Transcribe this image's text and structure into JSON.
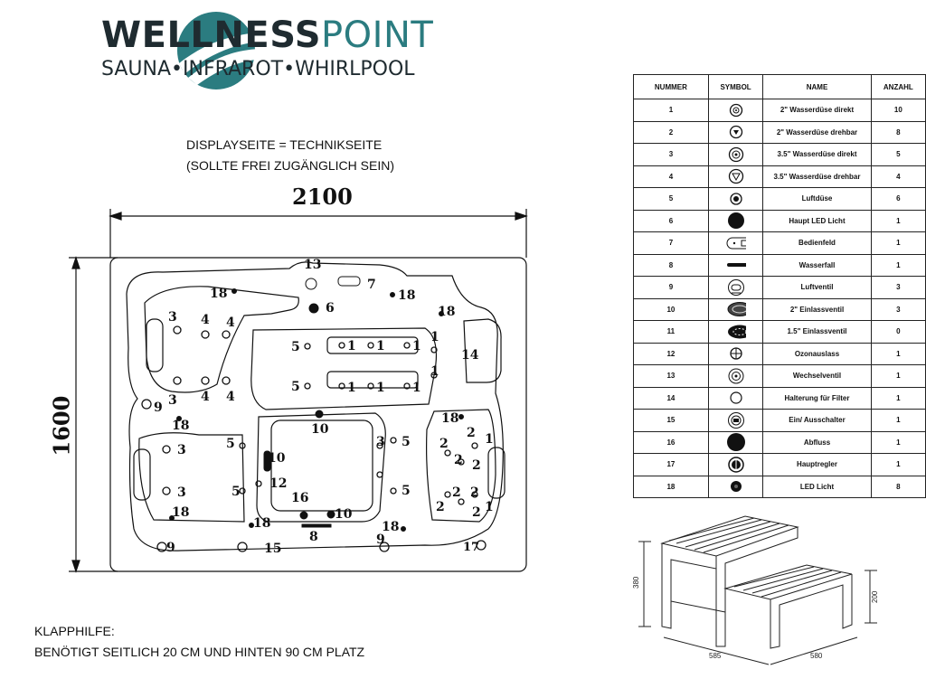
{
  "brand": {
    "name_bold": "WELLNESS",
    "name_light": "POINT",
    "tagline": "SAUNA•INFRAROT•WHIRLPOOL",
    "colors": {
      "teal": "#2b7c80",
      "dark": "#1f2b30"
    }
  },
  "notes": {
    "display_line1": "DISPLAYSEITE = TECHNIKSEITE",
    "display_line2": "(SOLLTE FREI ZUGÄNGLICH SEIN)",
    "klapp_title": "KLAPPHILFE:",
    "klapp_text": "BENÖTIGT SEITLICH 20 CM UND HINTEN 90 CM PLATZ"
  },
  "dimensions": {
    "width": "2100",
    "height": "1600"
  },
  "tub_labels": {
    "l13": "13",
    "l7": "7",
    "l6": "6",
    "l18": "18",
    "l3": "3",
    "l4": "4",
    "l5": "5",
    "l1": "1",
    "l14": "14",
    "l9": "9",
    "l10": "10",
    "l12": "12",
    "l16": "16",
    "l2": "2",
    "l8": "8",
    "l15": "15",
    "l17": "17"
  },
  "table": {
    "headers": [
      "NUMMER",
      "SYMBOL",
      "NAME",
      "ANZAHL"
    ],
    "rows": [
      {
        "nr": "1",
        "icon": "jet-direct-icon",
        "name": "2\" Wasserdüse direkt",
        "count": "10"
      },
      {
        "nr": "2",
        "icon": "jet-rotating-icon",
        "name": "2\" Wasserdüse drehbar",
        "count": "8"
      },
      {
        "nr": "3",
        "icon": "jet-large-direct-icon",
        "name": "3.5\" Wasserdüse direkt",
        "count": "5"
      },
      {
        "nr": "4",
        "icon": "jet-large-rotating-icon",
        "name": "3.5\" Wasserdüse drehbar",
        "count": "4"
      },
      {
        "nr": "5",
        "icon": "air-jet-icon",
        "name": "Luftdüse",
        "count": "6"
      },
      {
        "nr": "6",
        "icon": "main-led-icon",
        "name": "Haupt LED Licht",
        "count": "1"
      },
      {
        "nr": "7",
        "icon": "control-panel-icon",
        "name": "Bedienfeld",
        "count": "1"
      },
      {
        "nr": "8",
        "icon": "waterfall-icon",
        "name": "Wasserfall",
        "count": "1"
      },
      {
        "nr": "9",
        "icon": "air-valve-icon",
        "name": "Luftventil",
        "count": "3"
      },
      {
        "nr": "10",
        "icon": "inlet-valve-2-icon",
        "name": "2\" Einlassventil",
        "count": "3"
      },
      {
        "nr": "11",
        "icon": "inlet-valve-15-icon",
        "name": "1.5\" Einlassventil",
        "count": "0"
      },
      {
        "nr": "12",
        "icon": "ozone-outlet-icon",
        "name": "Ozonauslass",
        "count": "1"
      },
      {
        "nr": "13",
        "icon": "diverter-valve-icon",
        "name": "Wechselventil",
        "count": "1"
      },
      {
        "nr": "14",
        "icon": "filter-holder-icon",
        "name": "Halterung für Filter",
        "count": "1"
      },
      {
        "nr": "15",
        "icon": "power-switch-icon",
        "name": "Ein/ Ausschalter",
        "count": "1"
      },
      {
        "nr": "16",
        "icon": "drain-icon",
        "name": "Abfluss",
        "count": "1"
      },
      {
        "nr": "17",
        "icon": "main-regulator-icon",
        "name": "Hauptregler",
        "count": "1"
      },
      {
        "nr": "18",
        "icon": "led-light-icon",
        "name": "LED Licht",
        "count": "8"
      }
    ]
  },
  "stairs": {
    "h1": "380",
    "h2": "200",
    "w1": "585",
    "w2": "580"
  }
}
